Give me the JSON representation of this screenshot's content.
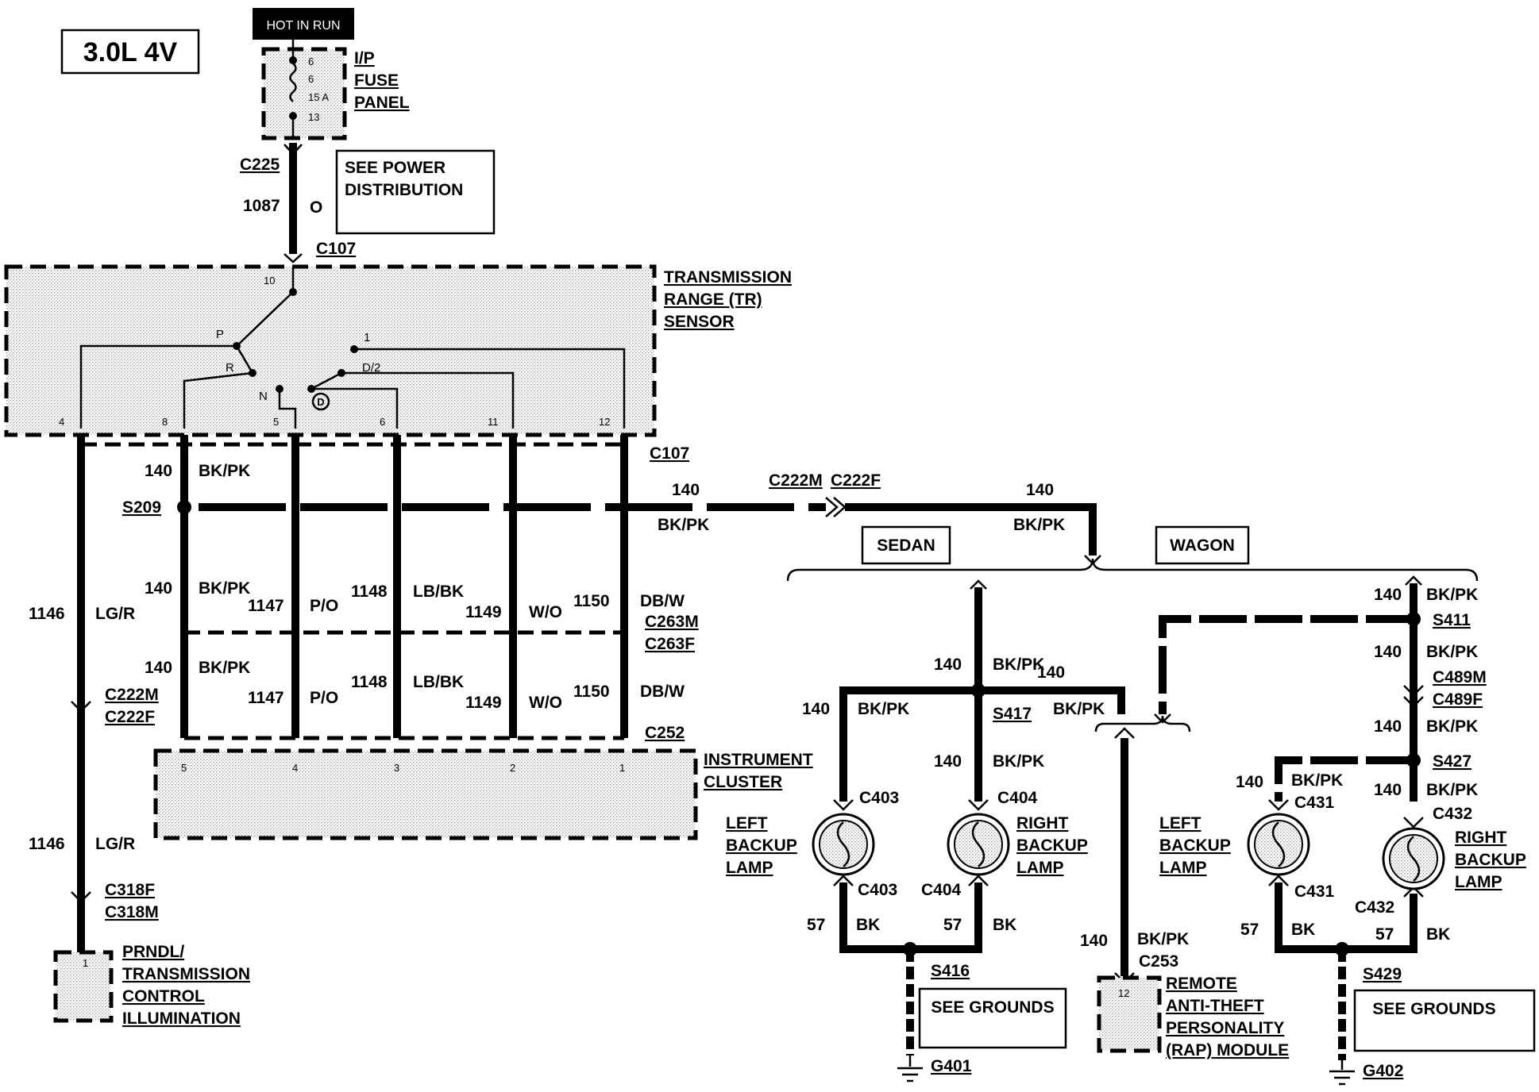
{
  "engine_label": "3.0L 4V",
  "hot_in_run": "HOT IN RUN",
  "fuse_panel": {
    "line1": "I/P",
    "line2": "FUSE",
    "line3": "PANEL",
    "pin_top1": "6",
    "pin_top2": "6",
    "rating": "15 A",
    "pin_bottom": "13"
  },
  "see_power": {
    "line1": "SEE POWER",
    "line2": "DISTRIBUTION"
  },
  "c225": "C225",
  "circuit_1087": "1087",
  "color_o": "O",
  "c107_top": "C107",
  "tr_sensor": {
    "line1": "TRANSMISSION",
    "line2": "RANGE (TR)",
    "line3": "SENSOR"
  },
  "tr_positions": {
    "p": "P",
    "r": "R",
    "n": "N",
    "d": "D",
    "d2": "D/2",
    "one": "1",
    "pin10": "10"
  },
  "tr_pins": [
    "4",
    "8",
    "5",
    "6",
    "11",
    "12"
  ],
  "c107_bottom": "C107",
  "circuit_140": "140",
  "color_bkpk": "BK/PK",
  "s209": "S209",
  "connectors": {
    "c222m": "C222M",
    "c222f": "C222F",
    "c263m": "C263M",
    "c263f": "C263F",
    "c252": "C252",
    "c318f": "C318F",
    "c318m": "C318M"
  },
  "circuits_left": [
    {
      "num": "1146",
      "color": "LG/R"
    },
    {
      "num": "1147",
      "color": "P/O"
    },
    {
      "num": "1148",
      "color": "LB/BK"
    },
    {
      "num": "1149",
      "color": "W/O"
    },
    {
      "num": "1150",
      "color": "DB/W"
    }
  ],
  "instrument_cluster": {
    "line1": "INSTRUMENT",
    "line2": "CLUSTER",
    "pins": [
      "5",
      "4",
      "3",
      "2",
      "1"
    ]
  },
  "prndl": {
    "line1": "PRNDL/",
    "line2": "TRANSMISSION",
    "line3": "CONTROL",
    "line4": "ILLUMINATION",
    "pin": "1"
  },
  "sedan": "SEDAN",
  "wagon": "WAGON",
  "s411": "S411",
  "s417": "S417",
  "c489m": "C489M",
  "c489f": "C489F",
  "s427": "S427",
  "c403": "C403",
  "c404": "C404",
  "c431": "C431",
  "c432": "C432",
  "c253": "C253",
  "left_backup_lamp": {
    "line1": "LEFT",
    "line2": "BACKUP",
    "line3": "LAMP"
  },
  "right_backup_lamp": {
    "line1": "RIGHT",
    "line2": "BACKUP",
    "line3": "LAMP"
  },
  "circuit_57": "57",
  "color_bk": "BK",
  "s416": "S416",
  "s429": "S429",
  "see_grounds": "SEE GROUNDS",
  "g401": "G401",
  "g402": "G402",
  "rap_module": {
    "line1": "REMOTE",
    "line2": "ANTI-THEFT",
    "line3": "PERSONALITY",
    "line4": "(RAP) MODULE",
    "pin": "12"
  }
}
